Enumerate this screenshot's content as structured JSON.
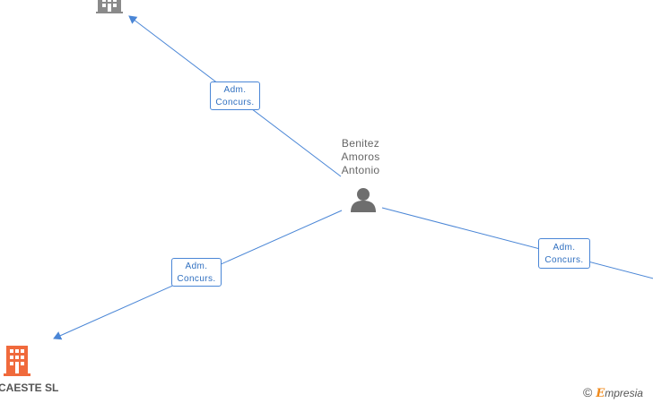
{
  "center_person": {
    "name_lines": [
      "Benitez",
      "Amoros",
      "Antonio"
    ]
  },
  "relations": [
    {
      "label_lines": [
        "Adm.",
        "Concurs."
      ],
      "target": "top-left-company"
    },
    {
      "label_lines": [
        "Adm.",
        "Concurs."
      ],
      "target": "bottom-left-company"
    },
    {
      "label_lines": [
        "Adm.",
        "Concurs."
      ],
      "target": "right-company"
    }
  ],
  "companies": {
    "bottom_left": {
      "name": "CAESTE SL"
    }
  },
  "colors": {
    "edge": "#4a86d6",
    "person_icon": "#6e6e6e",
    "company_top_icon": "#8a8a8a",
    "company_bottom_icon": "#f06a3c"
  },
  "brand": {
    "copyright_symbol": "©",
    "first_letter": "E",
    "rest": "mpresia"
  }
}
